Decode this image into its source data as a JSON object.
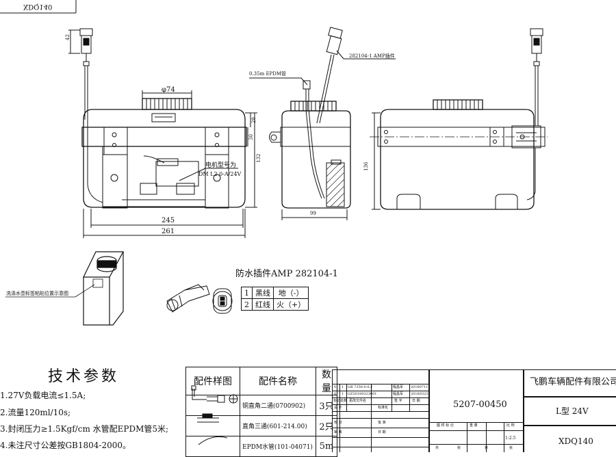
{
  "corner_label": "XDQ140",
  "dims": {
    "d42": "42",
    "phi74": "φ74",
    "d28": "28",
    "d30": "30",
    "d132": "132",
    "d245": "245",
    "d261": "261",
    "d99": "99",
    "d136": "136"
  },
  "callouts": {
    "epdm_tube": "0.35m EPDM管",
    "amp_connector": "282104-1  AMP插件",
    "motor_model_1": "电机型号为",
    "motor_model_2": "DM  L2  0-A/24V",
    "label_position": "洗涤水壶标签粘贴位置示意图"
  },
  "connector": {
    "title": "防水插件AMP 282104-1",
    "pins": [
      {
        "no": "1",
        "wire": "黑线",
        "func": "地（-）"
      },
      {
        "no": "2",
        "wire": "红线",
        "func": "火（+）"
      }
    ]
  },
  "tech": {
    "title": "技术参数",
    "notes": [
      "1.27V负载电流≤1.5A;",
      "2.流量120ml/10s;",
      "3.封闭压力≥1.5Kgf/cm  水管配EPDM管5米;",
      "4.未注尺寸公差按GB1804-2000。"
    ]
  },
  "parts_table": {
    "headers": [
      "配件样图",
      "配件名称",
      "数量"
    ],
    "rows": [
      {
        "name": "铜直角二通(0700902)",
        "qty": "3只"
      },
      {
        "name": "直角三通(601-214.00)",
        "qty": "2只"
      },
      {
        "name": "EPDM水管(101-04071)",
        "qty": "5m"
      }
    ]
  },
  "title_block": {
    "part_no": "5207-00450",
    "company": "飞鹏车辆配件有限公司",
    "model": "L型 24V",
    "code": "XDQ140",
    "scale": "1:2.5",
    "small": {
      "r1a": "GB 7258-0.6.2",
      "r1b": "程昌军",
      "r1c": "20180711",
      "r2a": "GZ20180323001",
      "r2b": "程昌军",
      "r2c": "20180323",
      "h1": "标记",
      "h2": "处数",
      "h3": "更改文件名",
      "h4": "签 字",
      "h5": "日 期",
      "design": "设 计",
      "std": "标准化",
      "check": "校 对",
      "approve": "批 准",
      "review": "审 核",
      "date": "日 期",
      "stage": "图 样 标 记",
      "weight": "重 量",
      "ratio": "比 例",
      "sheet1": "共",
      "sheet2": "张",
      "sheet3": "第",
      "sheet4": "张",
      "n1": "0",
      "n2": "1"
    }
  }
}
